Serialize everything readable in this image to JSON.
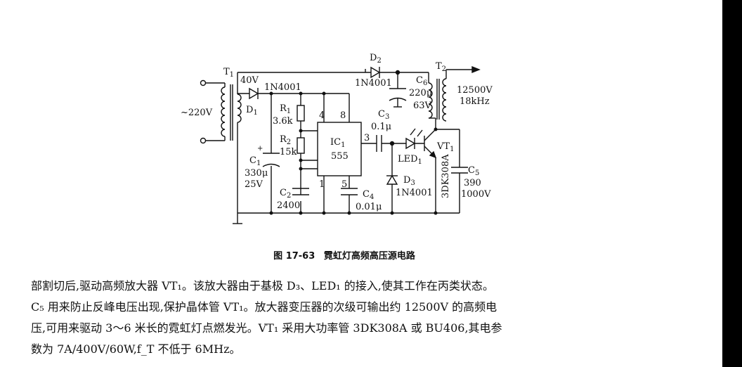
{
  "diagram": {
    "input_label": "~220V",
    "t1_label": "T",
    "t1_sub": "1",
    "v40_label": "40V",
    "d1_type": "1N4001",
    "d1_label": "D",
    "d1_sub": "1",
    "r1_label": "R",
    "r1_sub": "1",
    "r1_value": "3.6k",
    "r2_label": "R",
    "r2_sub": "2",
    "r2_value": "15k",
    "c1_label": "C",
    "c1_sub": "1",
    "c1_value1": "330μ",
    "c1_value2": "25V",
    "c2_label": "C",
    "c2_sub": "2",
    "c2_value": "2400",
    "ic_label": "IC",
    "ic_sub": "1",
    "ic_type": "555",
    "pin4": "4",
    "pin8": "8",
    "pin3": "3",
    "pin1": "1",
    "pin5": "5",
    "c4_label": "C",
    "c4_sub": "4",
    "c4_value": "0.01μ",
    "c3_label": "C",
    "c3_sub": "3",
    "c3_value": "0.1μ",
    "d2_label": "D",
    "d2_sub": "2",
    "d2_type": "1N4001",
    "c6_label": "C",
    "c6_sub": "6",
    "c6_value1": "220μ",
    "c6_value2": "63V",
    "t2_label": "T",
    "t2_sub": "2",
    "output_voltage": "12500V",
    "output_freq": "18kHz",
    "led_label": "LED",
    "led_sub": "1",
    "d3_label": "D",
    "d3_sub": "3",
    "d3_type": "1N4001",
    "vt1_label": "VT",
    "vt1_sub": "1",
    "vt1_type": "3DK308A",
    "c5_label": "C",
    "c5_sub": "5",
    "c5_value1": "390",
    "c5_value2": "1000V"
  },
  "caption": {
    "figure_no": "图 17-63",
    "title": "霓虹灯高频高压源电路"
  },
  "paragraph": {
    "line1": "部割切后,驱动高频放大器 VT₁。该放大器由于基极 D₃、LED₁ 的接入,使其工作在丙类状态。",
    "line2": "C₅ 用来防止反峰电压出现,保护晶体管 VT₁。放大器变压器的次级可输出约 12500V 的高频电",
    "line3": "压,可用来驱动 3～6 米长的霓虹灯点燃发光。VT₁ 采用大功率管 3DK308A 或 BU406,其电参",
    "line4": "数为 7A/400V/60W,f_T 不低于 6MHz。"
  }
}
